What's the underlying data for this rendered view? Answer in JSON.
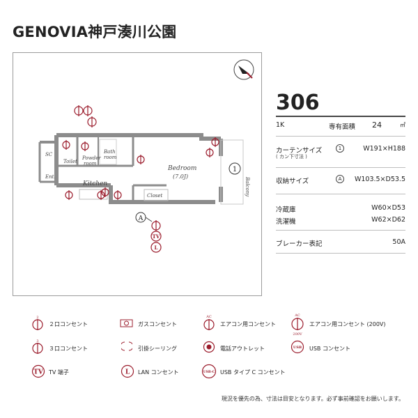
{
  "building_name": "GENOVIA神戸湊川公園",
  "unit": {
    "room_number": "306",
    "layout": "1K",
    "area_label": "専有面積",
    "area_value": "24",
    "area_unit": "㎡",
    "curtain_label": "カーテンサイズ",
    "curtain_sub": "( カン下寸法 )",
    "curtain_mark": "①",
    "curtain_value": "W191×H188",
    "storage_label": "収納サイズ",
    "storage_mark": "Ⓐ",
    "storage_value": "W103.5×D53.5",
    "fridge_label": "冷蔵庫",
    "fridge_value": "W60×D53",
    "washer_label": "洗濯機",
    "washer_value": "W62×D62",
    "breaker_label": "ブレーカー表記",
    "breaker_value": "50A"
  },
  "floorplan": {
    "rooms": {
      "sc": "SC",
      "toilet": "Toilet",
      "powder": "Powder",
      "powder2": "room",
      "bath": "Bath",
      "bath2": "room",
      "ent": "Ent.",
      "kitchen": "Kitchen",
      "bedroom": "Bedroom",
      "bedroom_size": "(7.0J)",
      "closet": "Closet",
      "balcony": "Balcony"
    },
    "marker_window": "1",
    "marker_storage": "A",
    "tv": "TV",
    "lan": "L"
  },
  "legend": [
    {
      "icon": "outlet-2",
      "label": "２口コンセント"
    },
    {
      "icon": "gas",
      "label": "ガスコンセント"
    },
    {
      "icon": "ac",
      "label": "エアコン用コンセント"
    },
    {
      "icon": "ac-200v",
      "label": "エアコン用コンセント (200V)"
    },
    {
      "icon": "outlet-3",
      "label": "３口コンセント"
    },
    {
      "icon": "ceiling",
      "label": "引掛シーリング"
    },
    {
      "icon": "phone",
      "label": "電話アウトレット"
    },
    {
      "icon": "usb",
      "label": "USB コンセント"
    },
    {
      "icon": "tv",
      "label": "TV 端子"
    },
    {
      "icon": "lan",
      "label": "LAN コンセント"
    },
    {
      "icon": "usb-c",
      "label": "USB タイプ C コンセント"
    }
  ],
  "legend_icon_text": {
    "two": "2",
    "three": "3",
    "ac": "AC",
    "v200": "200V",
    "tv": "TV",
    "lan": "L",
    "usb": "USB",
    "usbc": "USB-C"
  },
  "note": "現況を優先の為、寸法は目安となります。必ず事前確認をお願いします。",
  "colors": {
    "accent": "#9b1c2c",
    "wall": "#8c8c8c",
    "text": "#222222"
  }
}
